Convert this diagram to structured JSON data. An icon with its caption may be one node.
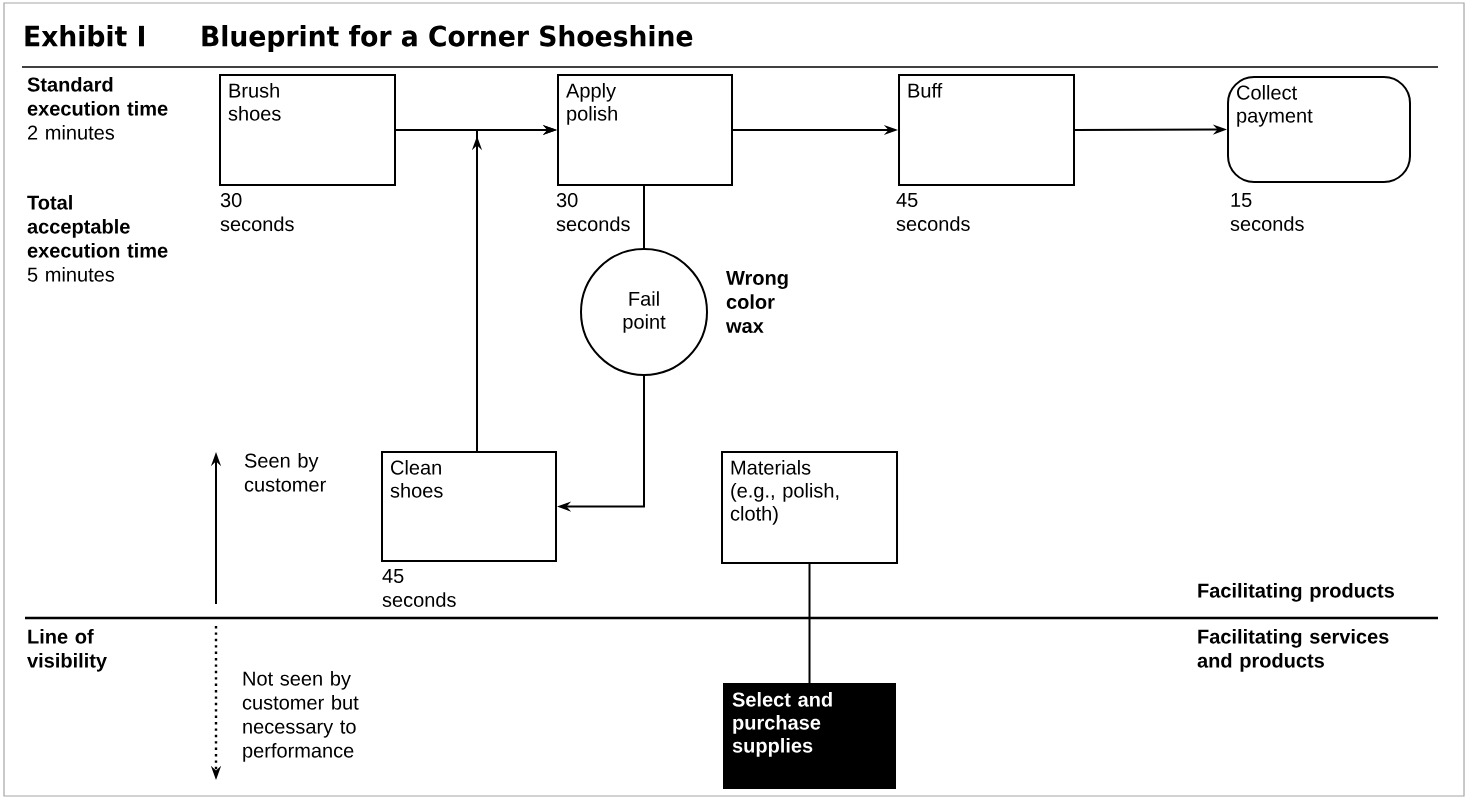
{
  "diagram": {
    "title": "Blueprint for a Corner Shoeshine",
    "nodes": [
      {
        "text": [
          "Brush shoes"
        ],
        "beside": [
          "30 seconds"
        ]
      },
      {
        "text": [
          "Apply polish"
        ],
        "beside": [
          "30 seconds"
        ]
      },
      {
        "text": [
          "Buff"
        ],
        "beside": [
          "45 seconds"
        ]
      },
      {
        "text": [
          "Collect payment"
        ],
        "beside": [
          "15 seconds"
        ]
      },
      {
        "text": [
          "Fail point"
        ],
        "beside": [
          "Wrong color wax"
        ]
      },
      {
        "text": [
          "Clean shoes"
        ],
        "beside": [
          "45 seconds"
        ]
      },
      {
        "text": [
          "Materials (e.g., polish, cloth)"
        ]
      },
      {
        "text": [
          "Select and purchase supplies"
        ]
      }
    ],
    "edges": [
      {
        "from": 0,
        "to": 1,
        "arrow": "to"
      },
      {
        "from": 1,
        "to": 2,
        "arrow": "to"
      },
      {
        "from": 2,
        "to": 3,
        "arrow": "to"
      },
      {
        "from": 5,
        "to": 1,
        "arrow": "to"
      },
      {
        "from": 1,
        "to": 4,
        "arrow": "none"
      },
      {
        "from": 4,
        "to": 5,
        "arrow": "to"
      },
      {
        "from": 6,
        "to": 7,
        "arrow": "none"
      }
    ],
    "labels": [
      "Exhibit I",
      "**Standard execution time** 2 minutes",
      "**Total acceptable execution time** 5 minutes",
      "Seen by customer",
      "Facilitating products",
      "Line of visibility",
      "Facilitating services and products",
      "Not seen by customer but necessary to performance"
    ]
  }
}
